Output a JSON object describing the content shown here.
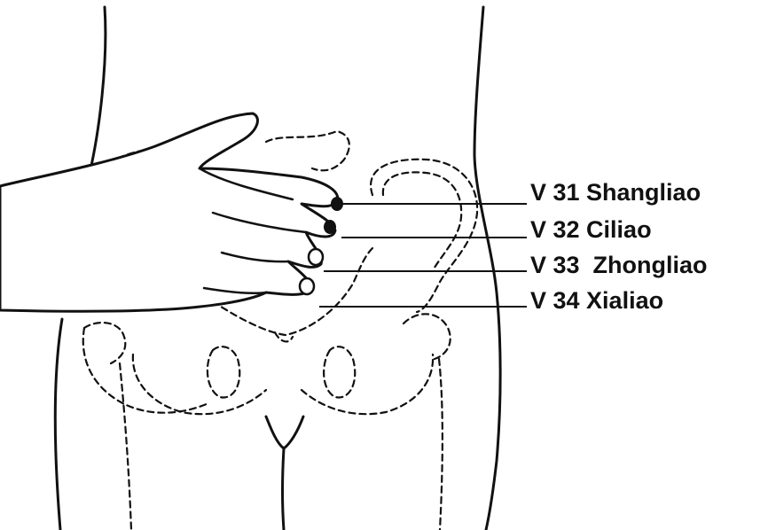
{
  "labels": [
    {
      "code": "V 31",
      "name": "Shangliao",
      "text": "V 31 Shangliao"
    },
    {
      "code": "V 32",
      "name": "Ciliao",
      "text": "V 32 Ciliao"
    },
    {
      "code": "V 33",
      "name": "Zhongliao",
      "text": "V 33  Zhongliao"
    },
    {
      "code": "V 34",
      "name": "Xialiao",
      "text": "V 34 Xialiao"
    }
  ],
  "colors": {
    "ink": "#111111",
    "background": "#ffffff"
  }
}
